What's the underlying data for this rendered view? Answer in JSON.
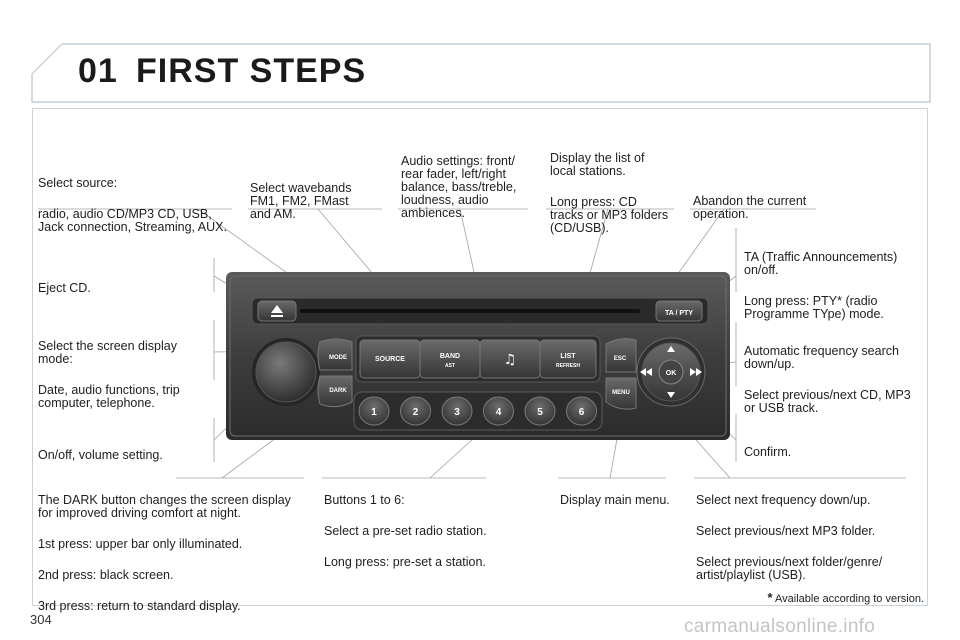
{
  "header": {
    "chapter_number": "01",
    "chapter_title": "FIRST STEPS"
  },
  "page_number": "304",
  "footnote": {
    "star": "*",
    "text": " Available according to version."
  },
  "watermark": "carmanualsonline.info",
  "callouts": {
    "select_source": {
      "title": "Select source:",
      "body": "radio, audio CD/MP3 CD, USB,\nJack connection, Streaming, AUX."
    },
    "wavebands": "Select wavebands\nFM1, FM2, FMast\nand AM.",
    "audio_settings": "Audio settings: front/\nrear fader, left/right\nbalance, bass/treble,\nloudness, audio\nambiences.",
    "list_stations": {
      "title": "Display the list of\nlocal stations.",
      "body": "Long press: CD\ntracks or MP3 folders\n(CD/USB)."
    },
    "abandon": "Abandon the current\noperation.",
    "eject": "Eject CD.",
    "ta_pty": {
      "title": "TA (Traffic Announcements)\non/off.",
      "body": "Long press: PTY* (radio\nProgramme TYpe) mode."
    },
    "screen_mode": {
      "title": "Select the screen display\nmode:",
      "body": "Date, audio functions, trip\ncomputer, telephone."
    },
    "auto_search": {
      "title": "Automatic frequency search\ndown/up.",
      "body": "Select previous/next CD, MP3\nor USB track."
    },
    "on_off": "On/off, volume setting.",
    "confirm": "Confirm.",
    "dark": {
      "l1": "The DARK button changes the screen display\nfor improved driving comfort at night.",
      "l2": "1st press: upper bar only illuminated.",
      "l3": "2nd press: black screen.",
      "l4": "3rd press: return to standard display."
    },
    "buttons_1_6": {
      "l1": "Buttons 1 to 6:",
      "l2": "Select a pre-set radio station.",
      "l3": "Long press: pre-set a station."
    },
    "main_menu": "Display main menu.",
    "next_freq": {
      "l1": "Select next frequency down/up.",
      "l2": "Select previous/next MP3 folder.",
      "l3": "Select previous/next folder/genre/\nartist/playlist (USB)."
    }
  },
  "radio": {
    "buttons": {
      "source": "SOURCE",
      "band": "BAND",
      "band_sub": "AST",
      "list": "LIST",
      "list_sub": "REFRESH",
      "esc": "ESC",
      "menu": "MENU",
      "mode": "MODE",
      "dark": "DARK",
      "ta_pty": "TA / PTY",
      "ok": "OK",
      "presets": [
        "1",
        "2",
        "3",
        "4",
        "5",
        "6"
      ]
    },
    "icons": [
      "eject-icon",
      "note-icon",
      "arrow-up-icon",
      "arrow-down-icon",
      "rewind-icon",
      "fast-forward-icon"
    ]
  }
}
